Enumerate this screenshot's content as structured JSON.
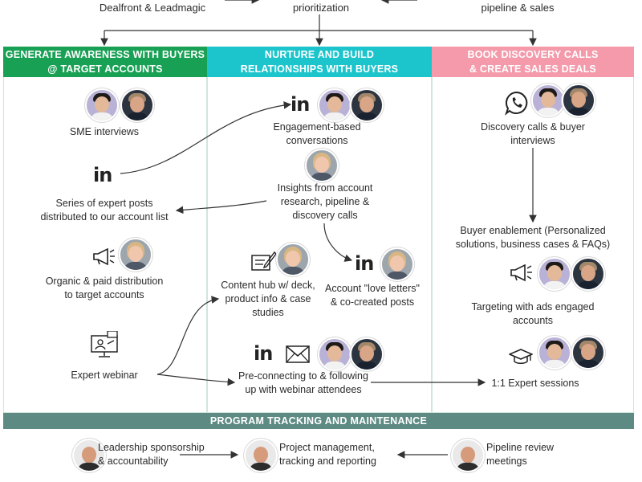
{
  "top": {
    "left": "Dealfront & Leadmagic",
    "center": "prioritization",
    "right": "pipeline & sales"
  },
  "columns": [
    {
      "title_line1": "GENERATE  AWARENESS WITH BUYERS",
      "title_line2": "@ TARGET ACCOUNTS",
      "color": "#18a054"
    },
    {
      "title_line1": "NURTURE  AND BUILD",
      "title_line2": "RELATIONSHIPS  WITH BUYERS",
      "color": "#1cc4cc"
    },
    {
      "title_line1": "BOOK DISCOVERY CALLS",
      "title_line2": "& CREATE SALES DEALS",
      "color": "#f49aaa"
    }
  ],
  "awareness": {
    "sme_interviews": "SME interviews",
    "expert_posts_1": "Series of expert posts",
    "expert_posts_2": "distributed to our account list",
    "organic_1": "Organic & paid distribution",
    "organic_2": "to target accounts",
    "webinar": "Expert webinar"
  },
  "nurture": {
    "engagement_1": "Engagement-based",
    "engagement_2": "conversations",
    "insights_1": "Insights from account",
    "insights_2": "research, pipeline &",
    "insights_3": "discovery calls",
    "content_1": "Content hub w/ deck,",
    "content_2": "product info & case",
    "content_3": "studies",
    "love_1": "Account \"love letters\"",
    "love_2": "& co-created posts",
    "preconnect_1": "Pre-connecting to & following",
    "preconnect_2": "up with webinar attendees"
  },
  "discovery": {
    "calls_1": "Discovery calls & buyer",
    "calls_2": "interviews",
    "enable_1": "Buyer enablement (Personalized",
    "enable_2": "solutions, business cases & FAQs)",
    "ads_1": "Targeting with ads engaged",
    "ads_2": "accounts",
    "sessions": "1:1 Expert sessions"
  },
  "footer": {
    "bar": "PROGRAM TRACKING AND MAINTENANCE",
    "sponsor_1": "Leadership sponsorship",
    "sponsor_2": "& accountability",
    "pm_1": "Project management,",
    "pm_2": "tracking and reporting",
    "review_1": "Pipeline review",
    "review_2": "meetings"
  },
  "icons": {
    "linkedin": "in",
    "linkedin_names": [
      "linkedin-icon"
    ],
    "others": [
      "megaphone-icon",
      "whatsapp-icon",
      "webinar-icon",
      "content-hub-icon",
      "envelope-icon",
      "graduation-cap-icon"
    ]
  }
}
